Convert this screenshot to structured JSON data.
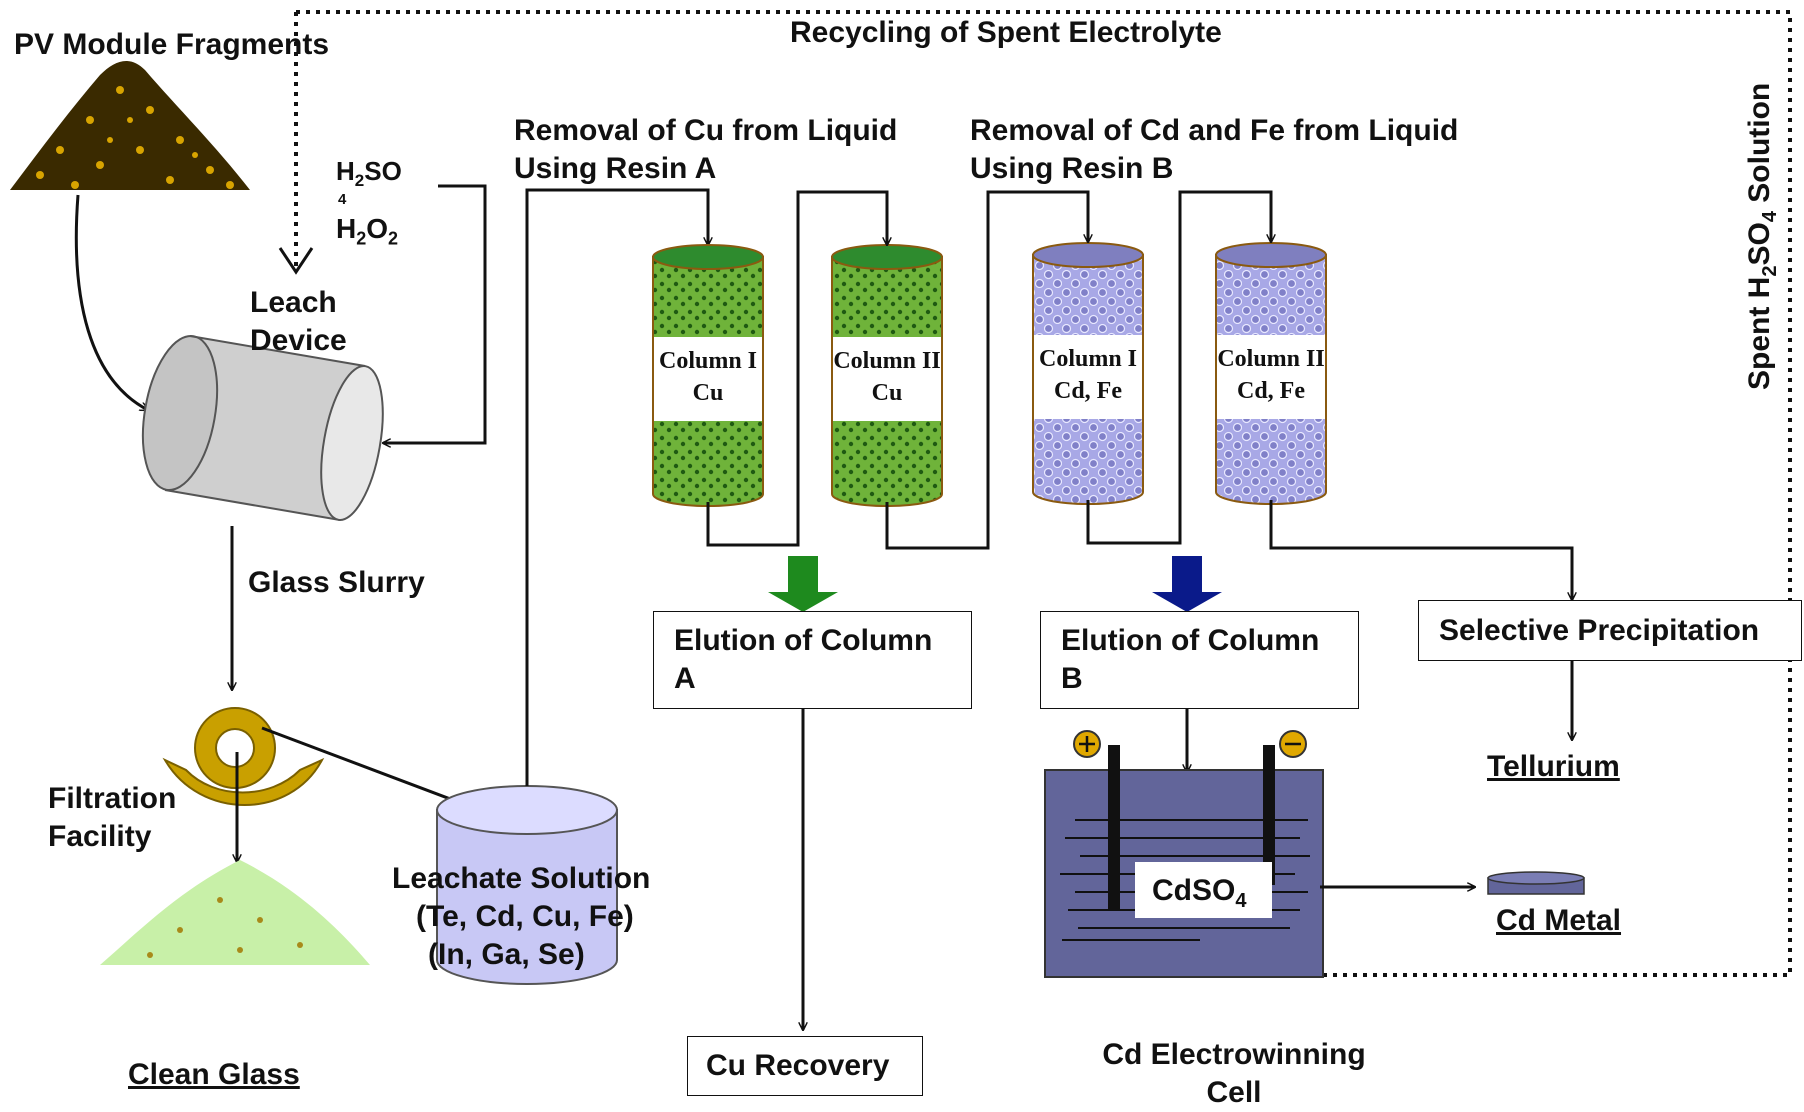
{
  "labels": {
    "pv_module_fragments": "PV Module Fragments",
    "recycling_title": "Recycling of Spent Electrolyte",
    "spent_solution_prefix": "Spent H",
    "spent_solution_sub2": "2",
    "spent_solution_so": "SO",
    "spent_solution_sub4": "4",
    "spent_solution_suffix": " Solution",
    "h2so4_line1": "H",
    "h2so4_sub2": "2",
    "h2so4_so": "SO",
    "h2so4_4": "4",
    "h2o2_h": "H",
    "h2o2_sub2a": "2",
    "h2o2_o": "O",
    "h2o2_sub2b": "2",
    "leach_device_1": "Leach",
    "leach_device_2": "Device",
    "glass_slurry": "Glass Slurry",
    "filtration_1": "Filtration",
    "filtration_2": "Facility",
    "clean_glass": "Clean Glass",
    "leachate_1": "Leachate Solution",
    "leachate_2": "(Te, Cd, Cu, Fe)",
    "leachate_3": "(In, Ga, Se)",
    "removal_cu_1": "Removal of Cu  from Liquid",
    "removal_cu_2": "Using Resin  A",
    "removal_cdfe_1": "Removal of Cd and Fe  from Liquid",
    "removal_cdfe_2": "Using Resin  B",
    "elution_a_1": "Elution of Column",
    "elution_a_2": "A",
    "elution_b_1": "Elution of Column",
    "elution_b_2": "B",
    "selective_precipitation": "Selective Precipitation",
    "tellurium": "Tellurium",
    "cdso4": "CdSO",
    "cdso4_sub": "4",
    "cd_metal": "Cd  Metal",
    "cu_recovery": "Cu Recovery",
    "electrowinning_1": "Cd Electrowinning",
    "electrowinning_2": "Cell"
  },
  "columns": [
    {
      "line1": "Column I",
      "line2": "Cu"
    },
    {
      "line1": "Column II",
      "line2": "Cu"
    },
    {
      "line1": "Column I",
      "line2": "Cd, Fe"
    },
    {
      "line1": "Column II",
      "line2": "Cd, Fe"
    }
  ],
  "colors": {
    "resin_a": "#5aa02c",
    "resin_a_top": "#2e8b2e",
    "resin_b": "#9a9ad8",
    "resin_b_top": "#7f7fbf",
    "arrow_green": "#1e8a1e",
    "arrow_blue": "#0a1a8a",
    "cell": "#62659a",
    "leach_device": "#cfcfcf",
    "leachate_tank": "#c8c8f5",
    "filter": "#c9a000"
  }
}
